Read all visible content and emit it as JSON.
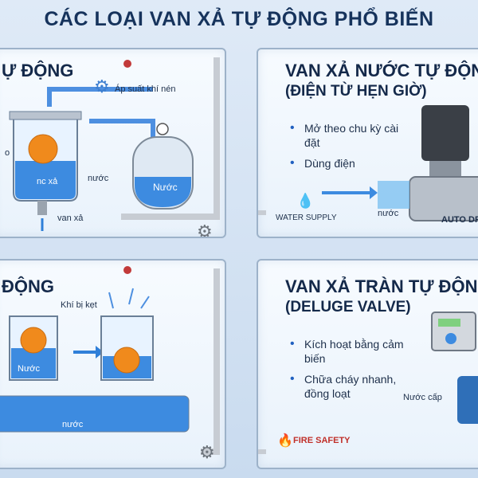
{
  "title": "CÁC LOẠI VAN XẢ TỰ ĐỘNG PHỔ BIẾN",
  "panel1": {
    "title": "Ự ĐỘNG",
    "label_pressure": "Áp suất khí nén",
    "label_o": "o",
    "label_water": "nước",
    "label_tank": "Nước",
    "label_float_text": "nc xả",
    "label_valve": "van xả"
  },
  "panel2": {
    "title_line1": "VAN XẢ NƯỚC TỰ ĐỘNG",
    "title_line2": "(ĐIỆN TỪ HẸN GIỜ)",
    "bullets": [
      "Mở theo chu kỳ cài đặt",
      "Dùng điện"
    ],
    "label_water": "nước",
    "label_supply": "WATER SUPPLY",
    "label_auto": "AUTO DR"
  },
  "panel3": {
    "title": "ĐỘNG",
    "label_trapped_air": "Khí bị kẹt",
    "label_water_float": "Nước",
    "label_pipe_water": "nước"
  },
  "panel4": {
    "title_line1": "VAN XẢ TRÀN TỰ ĐỘNG",
    "title_line2": "(DELUGE VALVE)",
    "bullets": [
      "Kích hoạt bằng cảm biến",
      "Chữa cháy nhanh, đồng loạt"
    ],
    "label_supply": "Nước cấp",
    "label_fire": "FIRE SAFETY"
  },
  "colors": {
    "title": "#16335c",
    "water": "#2f7fd8",
    "float": "#f08a1c",
    "pipe": "#c7ccd3"
  },
  "icons": [
    "gear-icon",
    "drop-icon",
    "fire-icon",
    "solenoid-valve-icon",
    "control-panel-icon",
    "pressure-gauge-icon"
  ]
}
